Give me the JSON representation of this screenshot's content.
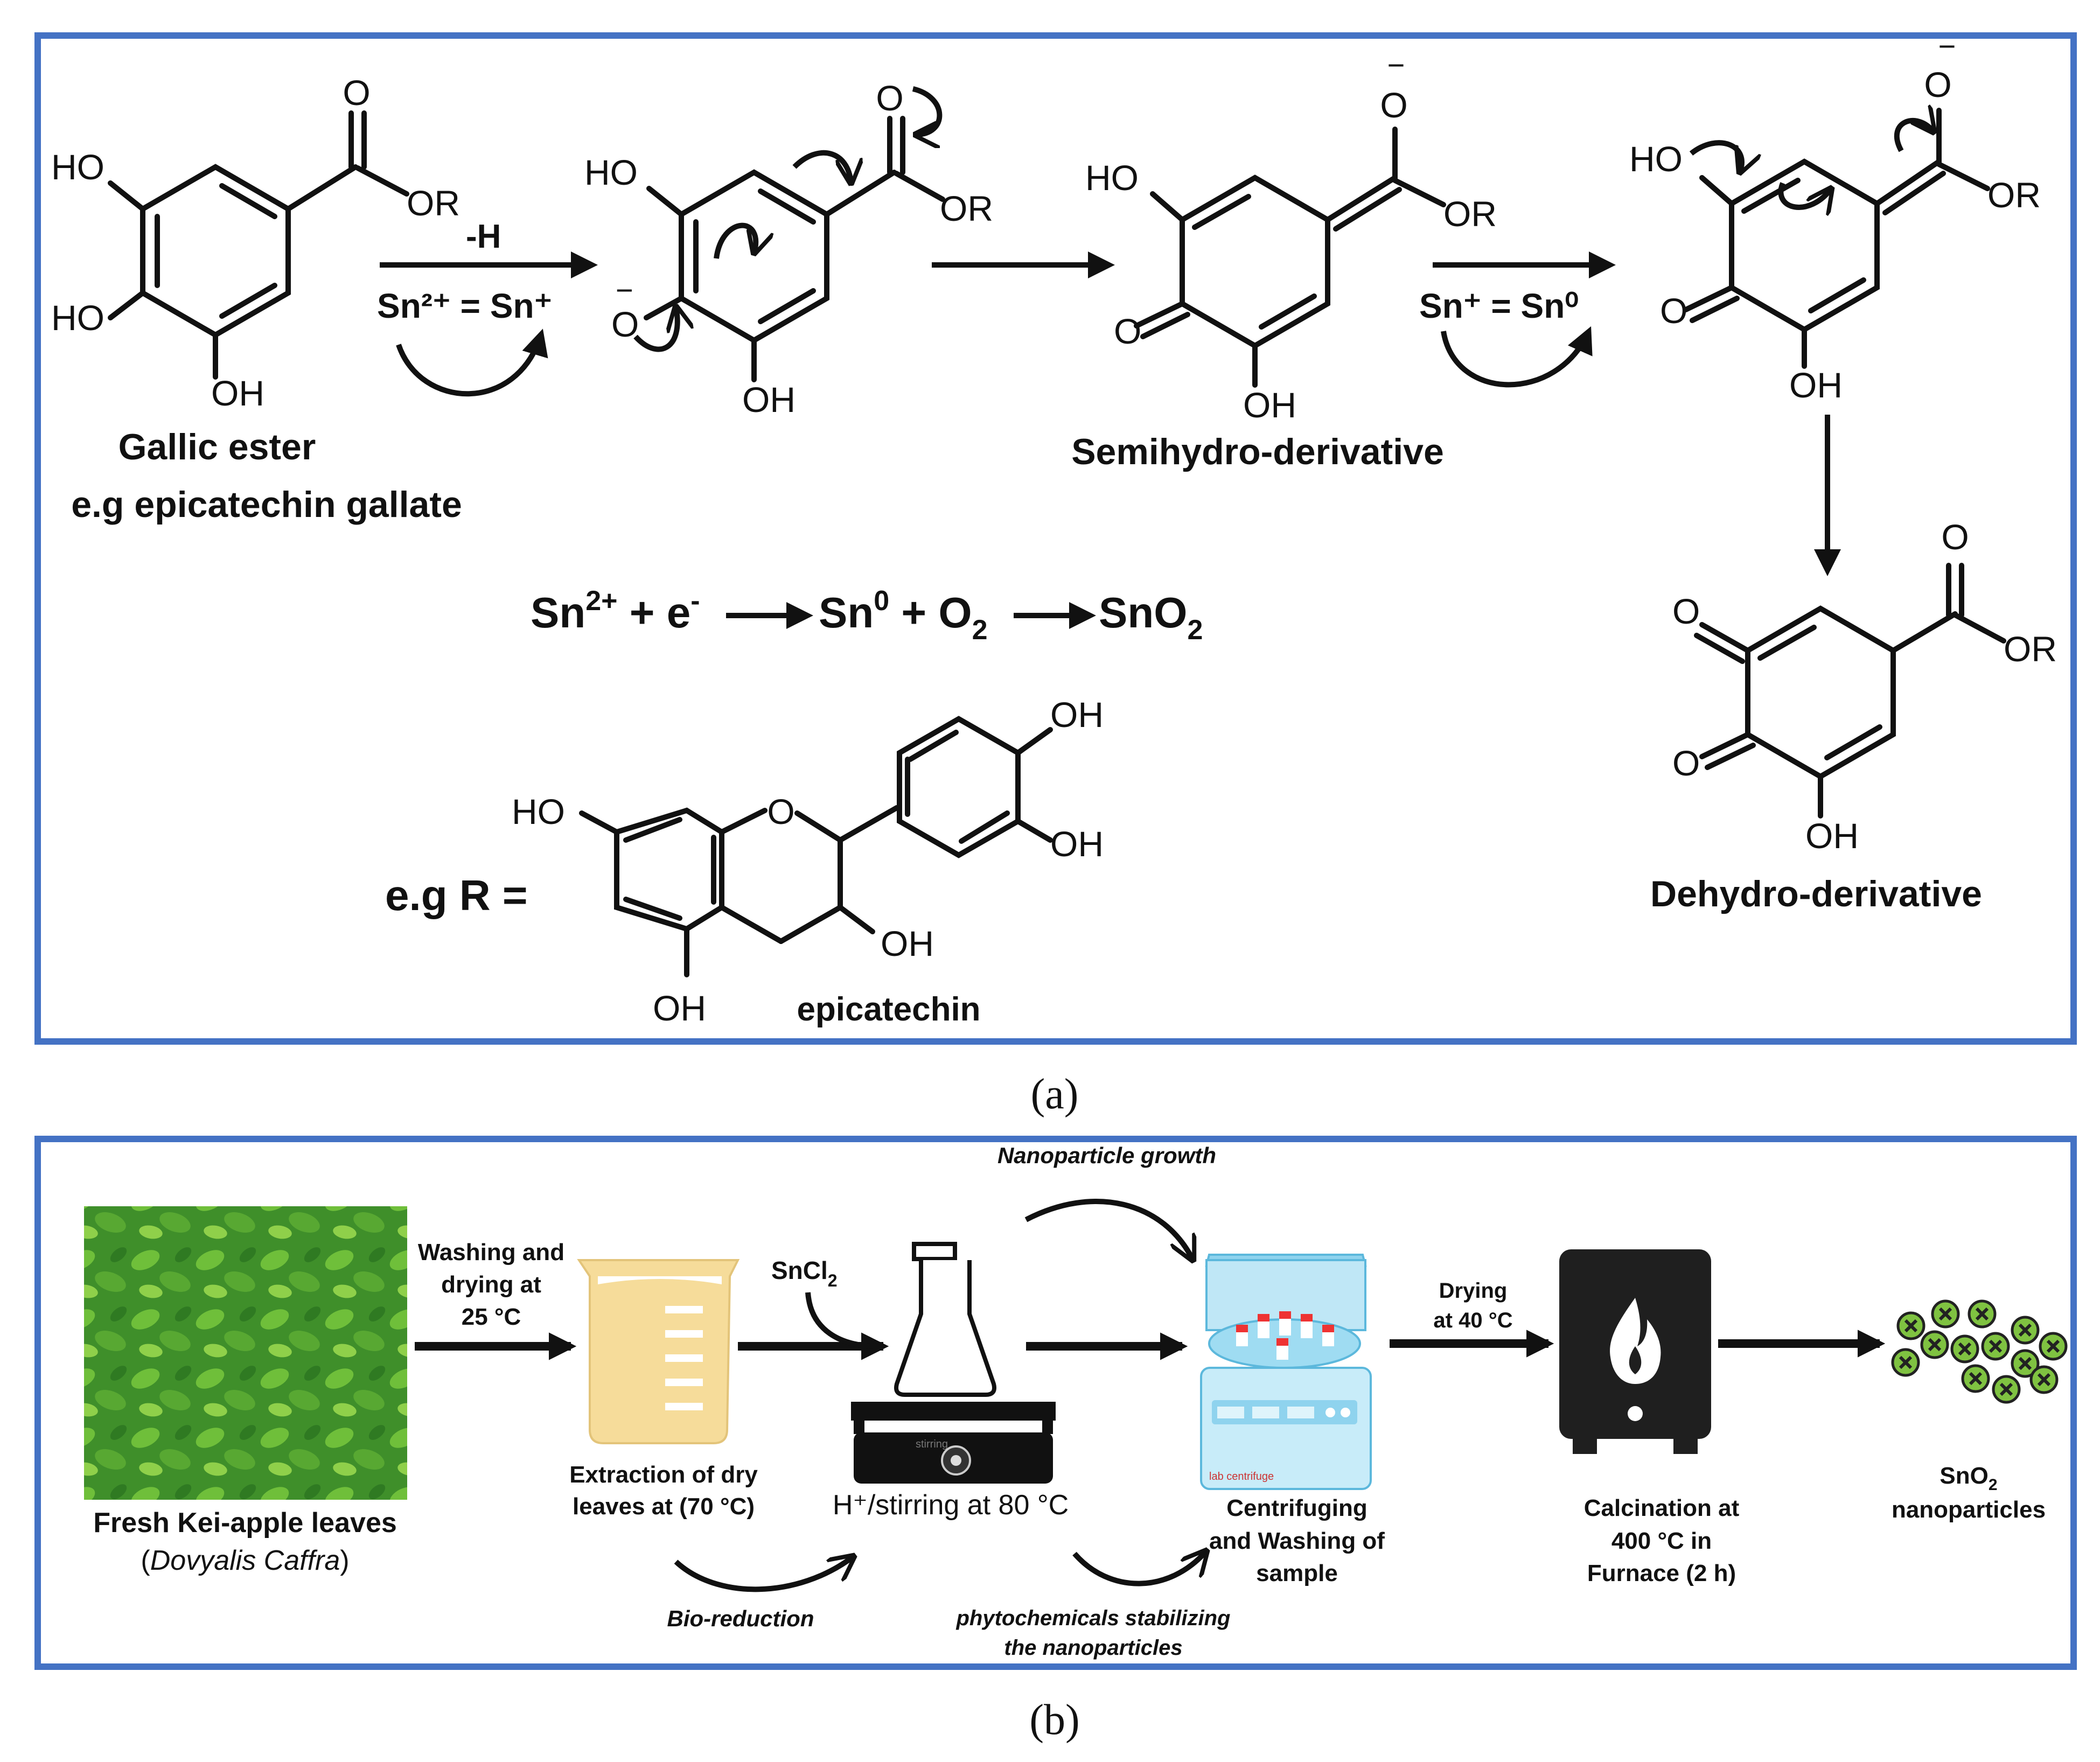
{
  "panel_a": {
    "caption": "(a)",
    "gallic_ester": {
      "label_line1": "Gallic ester",
      "label_line2": "e.g epicatechin gallate"
    },
    "step1": {
      "top": "-H",
      "bottom": "Sn²⁺ = Sn⁺"
    },
    "step3": {
      "bottom": "Sn⁺ = Sn⁰"
    },
    "semihydro": {
      "label": "Semihydro-derivative"
    },
    "dehydro": {
      "label": "Dehydro-derivative"
    },
    "equation": {
      "part1": "Sn",
      "sup1": "2+",
      "part2": " + e",
      "sup2": "-",
      "part3": "Sn",
      "sup3": "0",
      "part4": " + O",
      "sub4": "2",
      "part5": "SnO",
      "sub5": "2"
    },
    "r_group": {
      "prefix": "e.g R =",
      "name": "epicatechin"
    },
    "atoms": {
      "O": "O",
      "OR": "OR",
      "HO": "HO",
      "OH": "OH",
      "minus": "−"
    }
  },
  "panel_b": {
    "caption": "(b)",
    "leaves": {
      "label": "Fresh Kei-apple leaves",
      "species_open": "(",
      "species": "Dovyalis Caffra",
      "species_close": ")"
    },
    "wash": {
      "line1": "Washing and",
      "line2": "drying at",
      "line3": "25 °C"
    },
    "extraction": {
      "line1": "Extraction of dry",
      "line2": "leaves at (70 °C)"
    },
    "sncl2": {
      "base": "SnCl",
      "sub": "2"
    },
    "stirring": {
      "label": "H⁺/stirring at 80 °C",
      "hotplate_brand": "stirring"
    },
    "growth": {
      "label": "Nanoparticle growth"
    },
    "bioreduction": {
      "label": "Bio-reduction"
    },
    "phyto": {
      "line1": "phytochemicals stabilizing",
      "line2": "the nanoparticles"
    },
    "centrifuge": {
      "line1": "Centrifuging",
      "line2": "and  Washing of",
      "line3": "sample",
      "brand": "lab centrifuge"
    },
    "drying": {
      "line1": "Drying",
      "line2": "at 40 °C"
    },
    "calcination": {
      "line1": "Calcination at",
      "line2": "400 °C in",
      "line3": "Furnace (2 h)"
    },
    "product": {
      "base": "SnO",
      "sub": "2",
      "line2": "nanoparticles"
    }
  },
  "colors": {
    "panel_border": "#4472c4",
    "leaf_green": "#4a9a2e",
    "beaker_fill": "#f6dc9a",
    "centrifuge_blue": "#8fd3ee",
    "particle_green": "#7fc241"
  }
}
